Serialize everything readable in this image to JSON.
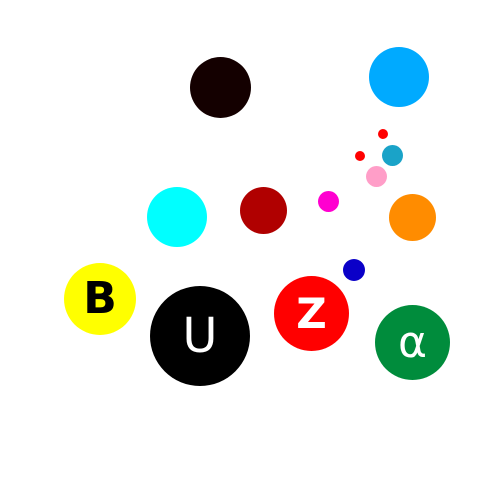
{
  "circles": {
    "dark_brown": {
      "color": "#140000"
    },
    "sky_blue": {
      "color": "#00aaff"
    },
    "red_small_1": {
      "color": "#ff0000"
    },
    "red_small_2": {
      "color": "#ff0000"
    },
    "teal_small": {
      "color": "#1aa3c8"
    },
    "pink_small": {
      "color": "#ff9ec8"
    },
    "cyan": {
      "color": "#00ffff"
    },
    "dark_red": {
      "color": "#b00000"
    },
    "magenta": {
      "color": "#ff00d0"
    },
    "orange": {
      "color": "#ff8c00"
    },
    "navy_small": {
      "color": "#0a00c8"
    },
    "yellow_b": {
      "color": "#ffff00",
      "label": "B",
      "label_color": "#000000"
    },
    "black_u": {
      "color": "#000000",
      "label": "U",
      "label_color": "#ffffff"
    },
    "red_z": {
      "color": "#ff0000",
      "label": "Z",
      "label_color": "#ffffff"
    },
    "green_alpha": {
      "color": "#008c3c",
      "label": "α",
      "label_color": "#ffffff"
    }
  }
}
